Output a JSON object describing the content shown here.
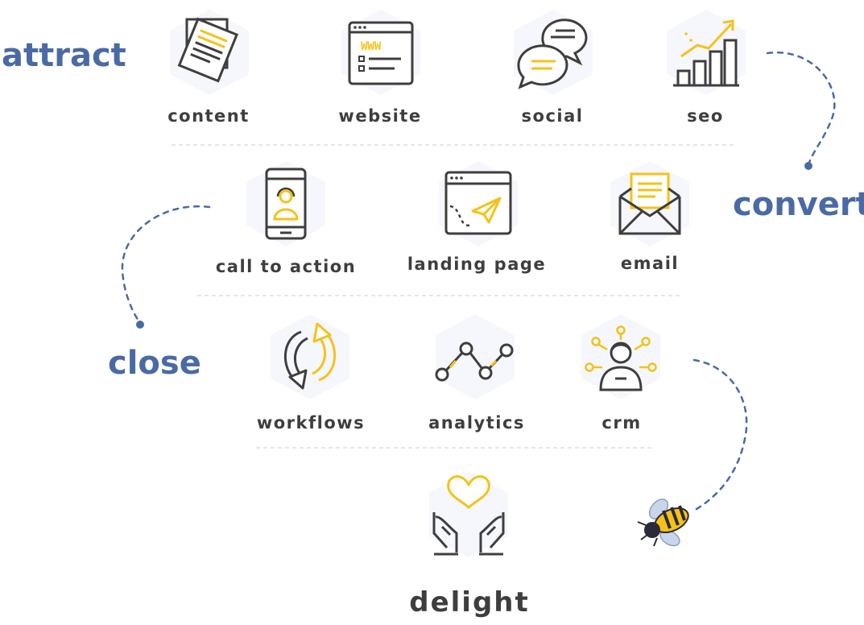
{
  "stages": {
    "attract": "attract",
    "convert": "convert",
    "close": "close",
    "delight": "delight"
  },
  "attract_items": [
    {
      "label": "content",
      "icon": "document-stack-icon"
    },
    {
      "label": "website",
      "icon": "browser-www-icon"
    },
    {
      "label": "social",
      "icon": "chat-bubbles-icon"
    },
    {
      "label": "seo",
      "icon": "growth-bar-chart-icon"
    }
  ],
  "convert_items": [
    {
      "label": "call to action",
      "icon": "smartphone-agent-icon"
    },
    {
      "label": "landing page",
      "icon": "browser-paper-plane-icon"
    },
    {
      "label": "email",
      "icon": "envelope-letter-icon"
    }
  ],
  "close_items": [
    {
      "label": "workflows",
      "icon": "circular-arrows-icon"
    },
    {
      "label": "analytics",
      "icon": "line-graph-nodes-icon"
    },
    {
      "label": "crm",
      "icon": "person-network-icon"
    }
  ],
  "delight_item": {
    "icon": "heart-in-hands-icon"
  },
  "colors": {
    "stage_blue": "#4a6aa5",
    "icon_dark": "#3e3e3e",
    "accent_yellow": "#f5c219",
    "hexagon_bg": "#f6f7fc",
    "divider": "#dddddd"
  }
}
